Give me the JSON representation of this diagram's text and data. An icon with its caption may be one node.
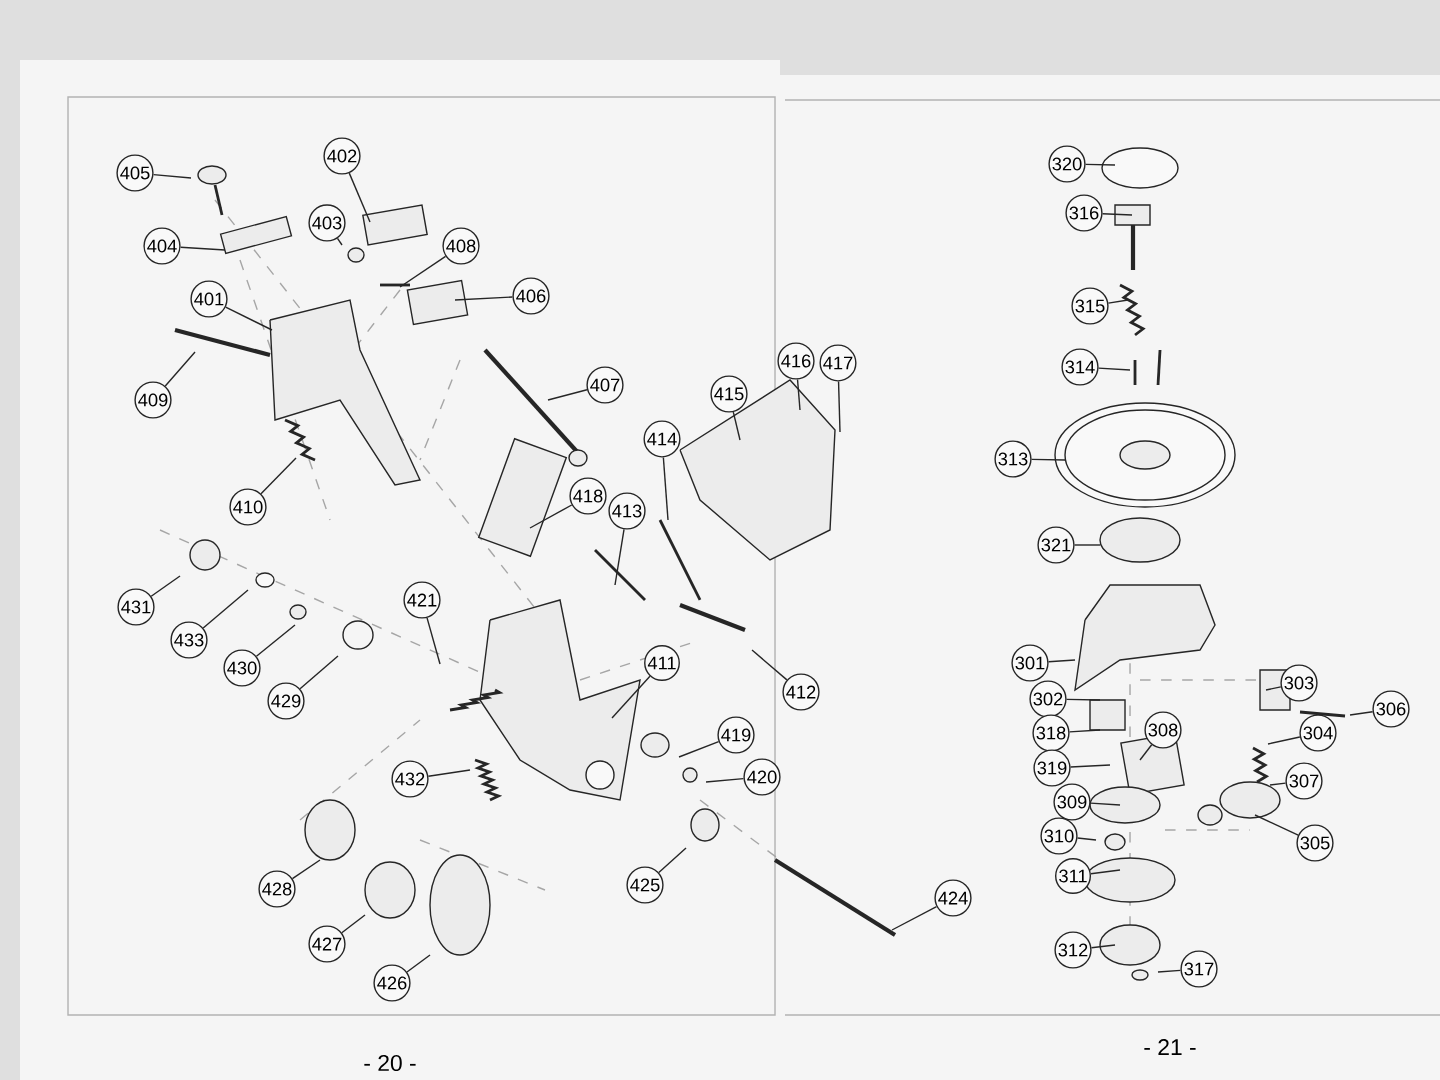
{
  "diagram": {
    "nodes": [
      {
        "text": [
          "405"
        ]
      },
      {
        "text": [
          "402"
        ]
      },
      {
        "text": [
          "404"
        ]
      },
      {
        "text": [
          "403"
        ]
      },
      {
        "text": [
          "408"
        ]
      },
      {
        "text": [
          "401"
        ]
      },
      {
        "text": [
          "406"
        ]
      },
      {
        "text": [
          "409"
        ]
      },
      {
        "text": [
          "407"
        ]
      },
      {
        "text": [
          "410"
        ]
      },
      {
        "text": [
          "418"
        ]
      },
      {
        "text": [
          "414"
        ]
      },
      {
        "text": [
          "415"
        ]
      },
      {
        "text": [
          "416"
        ]
      },
      {
        "text": [
          "417"
        ]
      },
      {
        "text": [
          "413"
        ]
      },
      {
        "text": [
          "431"
        ]
      },
      {
        "text": [
          "433"
        ]
      },
      {
        "text": [
          "421"
        ]
      },
      {
        "text": [
          "430"
        ]
      },
      {
        "text": [
          "429"
        ]
      },
      {
        "text": [
          "411"
        ]
      },
      {
        "text": [
          "412"
        ]
      },
      {
        "text": [
          "419"
        ]
      },
      {
        "text": [
          "432"
        ]
      },
      {
        "text": [
          "420"
        ]
      },
      {
        "text": [
          "428"
        ]
      },
      {
        "text": [
          "425"
        ]
      },
      {
        "text": [
          "424"
        ]
      },
      {
        "text": [
          "427"
        ]
      },
      {
        "text": [
          "426"
        ]
      },
      {
        "text": [
          "320"
        ]
      },
      {
        "text": [
          "316"
        ]
      },
      {
        "text": [
          "315"
        ]
      },
      {
        "text": [
          "314"
        ]
      },
      {
        "text": [
          "313"
        ]
      },
      {
        "text": [
          "321"
        ]
      },
      {
        "text": [
          "301"
        ]
      },
      {
        "text": [
          "302"
        ]
      },
      {
        "text": [
          "303"
        ]
      },
      {
        "text": [
          "306"
        ]
      },
      {
        "text": [
          "318"
        ]
      },
      {
        "text": [
          "308"
        ]
      },
      {
        "text": [
          "304"
        ]
      },
      {
        "text": [
          "319"
        ]
      },
      {
        "text": [
          "307"
        ]
      },
      {
        "text": [
          "309"
        ]
      },
      {
        "text": [
          "310"
        ]
      },
      {
        "text": [
          "305"
        ]
      },
      {
        "text": [
          "311"
        ]
      },
      {
        "text": [
          "312"
        ]
      },
      {
        "text": [
          "317"
        ]
      }
    ],
    "edges": [
      {
        "from": 0,
        "to": null,
        "arrow": "none"
      },
      {
        "from": 1,
        "to": null,
        "arrow": "none"
      },
      {
        "from": 2,
        "to": null,
        "arrow": "none"
      },
      {
        "from": 3,
        "to": null,
        "arrow": "none"
      },
      {
        "from": 4,
        "to": null,
        "arrow": "none"
      },
      {
        "from": 5,
        "to": null,
        "arrow": "none"
      },
      {
        "from": 6,
        "to": null,
        "arrow": "none"
      },
      {
        "from": 7,
        "to": null,
        "arrow": "none"
      },
      {
        "from": 8,
        "to": null,
        "arrow": "none"
      },
      {
        "from": 9,
        "to": null,
        "arrow": "none"
      },
      {
        "from": 10,
        "to": null,
        "arrow": "none"
      },
      {
        "from": 11,
        "to": null,
        "arrow": "none"
      },
      {
        "from": 12,
        "to": null,
        "arrow": "none"
      },
      {
        "from": 13,
        "to": null,
        "arrow": "none"
      },
      {
        "from": 14,
        "to": null,
        "arrow": "none"
      },
      {
        "from": 15,
        "to": null,
        "arrow": "none"
      },
      {
        "from": 16,
        "to": null,
        "arrow": "none"
      },
      {
        "from": 17,
        "to": null,
        "arrow": "none"
      },
      {
        "from": 18,
        "to": null,
        "arrow": "none"
      },
      {
        "from": 19,
        "to": null,
        "arrow": "none"
      },
      {
        "from": 20,
        "to": null,
        "arrow": "none"
      },
      {
        "from": 21,
        "to": null,
        "arrow": "none"
      },
      {
        "from": 22,
        "to": null,
        "arrow": "none"
      },
      {
        "from": 23,
        "to": null,
        "arrow": "none"
      },
      {
        "from": 24,
        "to": null,
        "arrow": "none"
      },
      {
        "from": 25,
        "to": null,
        "arrow": "none"
      },
      {
        "from": 26,
        "to": null,
        "arrow": "none"
      },
      {
        "from": 27,
        "to": null,
        "arrow": "none"
      },
      {
        "from": 28,
        "to": null,
        "arrow": "none"
      },
      {
        "from": 29,
        "to": null,
        "arrow": "none"
      },
      {
        "from": 30,
        "to": null,
        "arrow": "none"
      },
      {
        "from": 31,
        "to": null,
        "arrow": "none"
      },
      {
        "from": 32,
        "to": null,
        "arrow": "none"
      },
      {
        "from": 33,
        "to": null,
        "arrow": "none"
      },
      {
        "from": 34,
        "to": null,
        "arrow": "none"
      },
      {
        "from": 35,
        "to": null,
        "arrow": "none"
      },
      {
        "from": 36,
        "to": null,
        "arrow": "none"
      },
      {
        "from": 37,
        "to": null,
        "arrow": "none"
      },
      {
        "from": 38,
        "to": null,
        "arrow": "none"
      },
      {
        "from": 39,
        "to": null,
        "arrow": "none"
      },
      {
        "from": 40,
        "to": null,
        "arrow": "none"
      },
      {
        "from": 41,
        "to": null,
        "arrow": "none"
      },
      {
        "from": 42,
        "to": null,
        "arrow": "none"
      },
      {
        "from": 43,
        "to": null,
        "arrow": "none"
      },
      {
        "from": 44,
        "to": null,
        "arrow": "none"
      },
      {
        "from": 45,
        "to": null,
        "arrow": "none"
      },
      {
        "from": 46,
        "to": null,
        "arrow": "none"
      },
      {
        "from": 47,
        "to": null,
        "arrow": "none"
      },
      {
        "from": 48,
        "to": null,
        "arrow": "none"
      },
      {
        "from": 49,
        "to": null,
        "arrow": "none"
      },
      {
        "from": 50,
        "to": null,
        "arrow": "none"
      },
      {
        "from": 51,
        "to": null,
        "arrow": "none"
      }
    ],
    "labels": [
      "- 20 -",
      "- 21 -"
    ]
  }
}
